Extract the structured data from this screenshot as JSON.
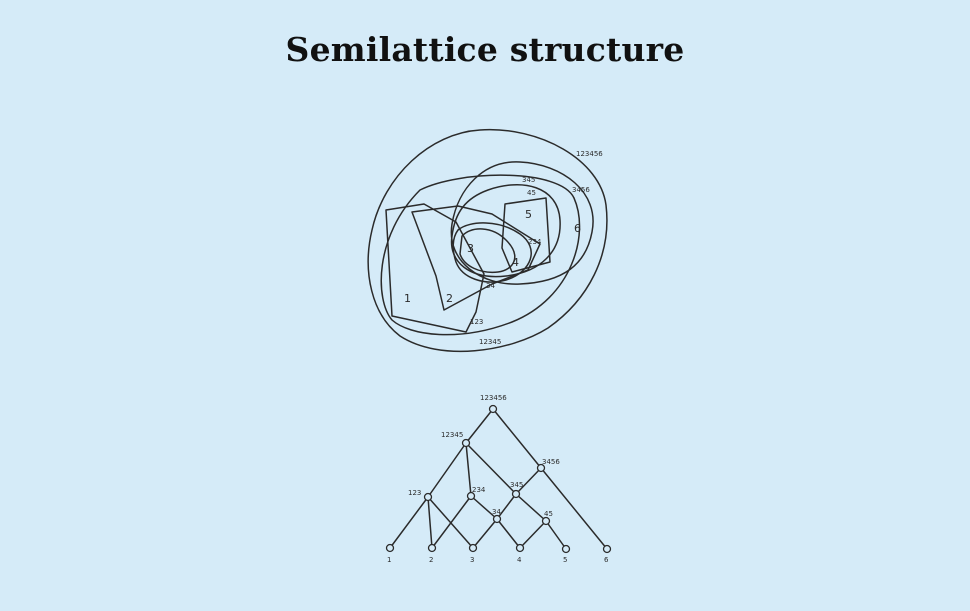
{
  "title": "Semilattice structure",
  "venn": {
    "regions": [
      "1",
      "2",
      "3",
      "4",
      "5",
      "6"
    ],
    "sets": {
      "s123456": "123456",
      "s12345": "12345",
      "s3456": "3456",
      "s123": "123",
      "s345": "345",
      "s45": "45",
      "s234": "234",
      "s34": "34"
    }
  },
  "lattice": {
    "top": "123456",
    "level2": [
      "12345",
      "3456"
    ],
    "level3": [
      "123",
      "234",
      "345"
    ],
    "level4": [
      "34",
      "45"
    ],
    "leaves": [
      "1",
      "2",
      "3",
      "4",
      "5",
      "6"
    ]
  },
  "colors": {
    "background": "#d5ebf8",
    "ink": "#2b2b2b",
    "title": "#111111"
  }
}
